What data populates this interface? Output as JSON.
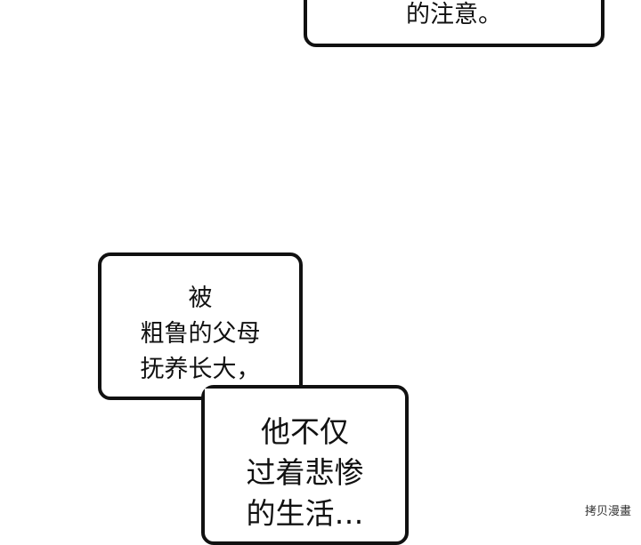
{
  "bubbles": {
    "top": {
      "text": "的注意。"
    },
    "left": {
      "lines": [
        "被",
        "粗鲁的父母",
        "抚养长大，"
      ]
    },
    "right": {
      "lines": [
        "他不仅",
        "过着悲惨",
        "的生活…"
      ]
    }
  },
  "watermark": {
    "text": "拷贝漫畫"
  },
  "colors": {
    "ink": "#111111",
    "paper": "#ffffff"
  }
}
